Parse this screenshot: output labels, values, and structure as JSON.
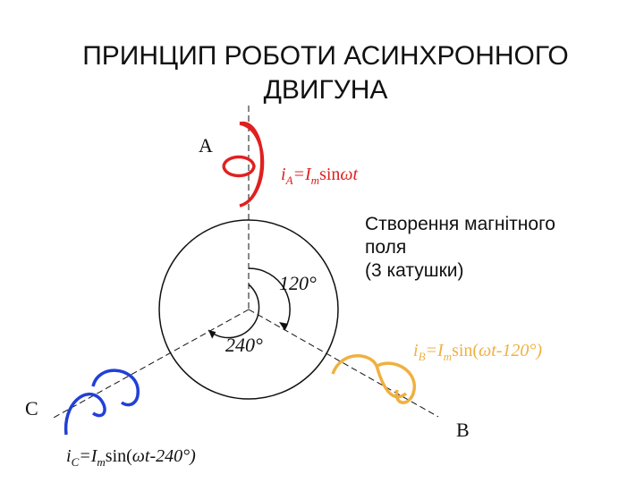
{
  "title": {
    "line1": "ПРИНЦИП РОБОТИ АСИНХРОННОГО",
    "line2": "ДВИГУНА"
  },
  "description": {
    "line1": "Створення магнітного",
    "line2": "поля",
    "line3": "(3 катушки)"
  },
  "phases": {
    "A": {
      "label": "A",
      "color": "#e02020",
      "current": {
        "i": "i",
        "sub": "A",
        "eq": "=I",
        "m": "m",
        "rest": "sin",
        "omega": "ω",
        "t": "t"
      }
    },
    "B": {
      "label": "B",
      "color": "#f0b040",
      "current": {
        "i": "i",
        "sub": "B",
        "eq": "=I",
        "m": "m",
        "rest": "sin(",
        "omega": "ω",
        "t": "t-120°)"
      }
    },
    "C": {
      "label": "C",
      "color": "#2040d8",
      "current": {
        "i": "i",
        "sub": "C",
        "eq": "=I",
        "m": "m",
        "rest": "sin(",
        "omega": "ω",
        "t": "t-240°)"
      }
    }
  },
  "angles": {
    "first": "120°",
    "second": "240°"
  }
}
